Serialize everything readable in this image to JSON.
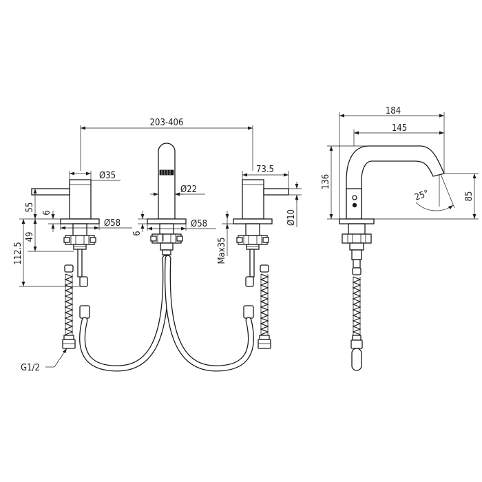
{
  "dimensions": {
    "spread": "203-406",
    "handle_diameter": "Ø35",
    "spout_diameter": "Ø22",
    "base_left_diameter": "Ø58",
    "base_center_diameter": "Ø58",
    "handle_length": "73.5",
    "lever_diameter": "Ø10",
    "height_55": "55",
    "base_6_left": "6",
    "height_49": "49",
    "height_112_5": "112.5",
    "base_6_center": "6",
    "max_35": "Max35",
    "thread": "G1/2",
    "spout_reach": "184",
    "spout_reach_inner": "145",
    "spout_height": "136",
    "outlet_height": "85",
    "outlet_angle": "25°"
  }
}
